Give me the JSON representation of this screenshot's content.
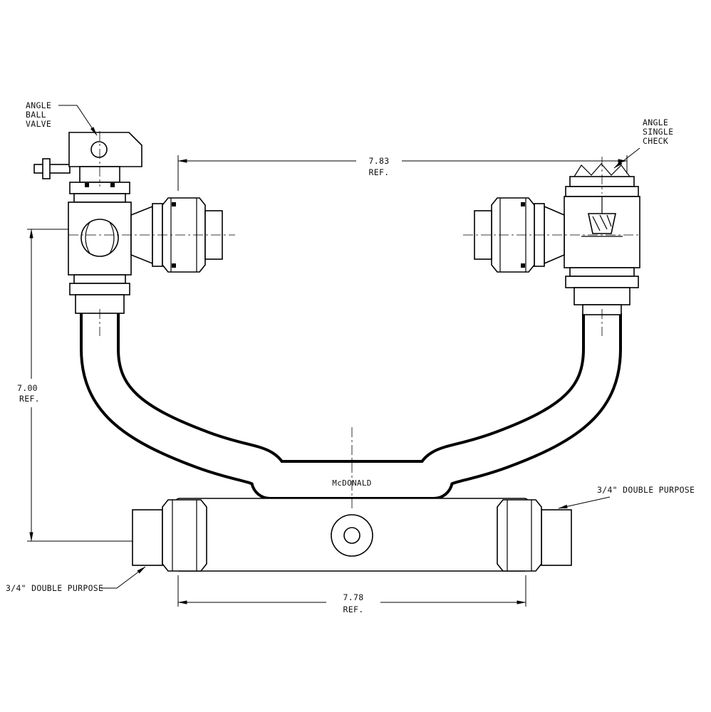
{
  "labels": {
    "angle_ball_valve_1": "ANGLE",
    "angle_ball_valve_2": "BALL",
    "angle_ball_valve_3": "VALVE",
    "angle_single_check_1": "ANGLE",
    "angle_single_check_2": "SINGLE",
    "angle_single_check_3": "CHECK",
    "double_purpose_left": "3/4\" DOUBLE PURPOSE",
    "double_purpose_right": "3/4\" DOUBLE PURPOSE",
    "brand": "McDONALD"
  },
  "dimensions": {
    "top_width_value": "7.83",
    "top_width_ref": "REF.",
    "left_height_value": "7.00",
    "left_height_ref": "REF.",
    "bottom_width_value": "7.78",
    "bottom_width_ref": "REF."
  },
  "colors": {
    "line": "#000000",
    "background": "#ffffff"
  }
}
